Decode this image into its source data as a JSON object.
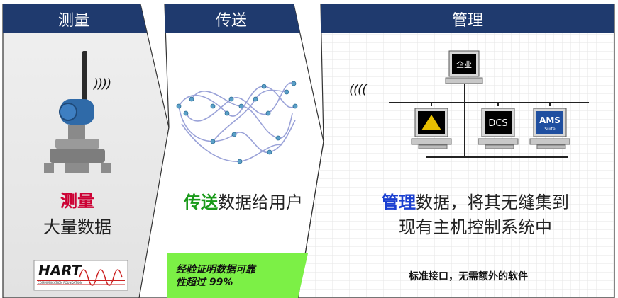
{
  "headers": {
    "measure": "测量",
    "transmit": "传送",
    "manage": "管理"
  },
  "measure_panel": {
    "highlight": "测量",
    "line2": "大量数据",
    "logo_text": "HART",
    "logo_subtext": "COMMUNICATION FOUNDATION",
    "wave_symbol": "))))"
  },
  "transmit_panel": {
    "highlight": "传送",
    "rest": "数据给用户",
    "proof_line1": "经验证明数据可靠",
    "proof_line2": "性超过 99%"
  },
  "manage_panel": {
    "highlight": "管理",
    "rest1": "数据，将其无缝集到",
    "line2": "现有主机控制系统中",
    "footnote": "标准接口，无需额外的软件",
    "wave_symbol": "((((",
    "pc_enterprise": "企业",
    "pc_dcs": "DCS",
    "pc_ams": "AMS",
    "pc_ams_sub": "Suite"
  },
  "colors": {
    "header_blue": "#1f3a6e",
    "accent_red": "#cc0033",
    "accent_green": "#1a9a1a",
    "accent_blue": "#1a3fd0",
    "proof_box": "#7cf046"
  }
}
